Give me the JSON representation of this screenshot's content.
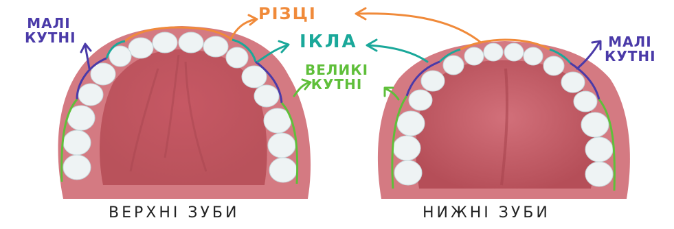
{
  "labels": {
    "small_molars_left": [
      "МАЛІ",
      "КУТНІ"
    ],
    "small_molars_right": [
      "МАЛІ",
      "КУТНІ"
    ],
    "incisors": "РІЗЦІ",
    "canines": "ІКЛА",
    "large_molars": [
      "ВЕЛИКІ",
      "КУТНІ"
    ],
    "upper_teeth": "ВЕРХНІ ЗУБИ",
    "lower_teeth": "НИЖНІ ЗУБИ"
  },
  "colors": {
    "incisors": "#f08a3a",
    "canines": "#1aa89a",
    "small_molars": "#4a3aa8",
    "large_molars": "#5fbf3a",
    "gum": "#cc6a72",
    "gum_dark": "#b9525b",
    "tooth": "#eef3f4",
    "tooth_shade": "#c7d8dc"
  }
}
